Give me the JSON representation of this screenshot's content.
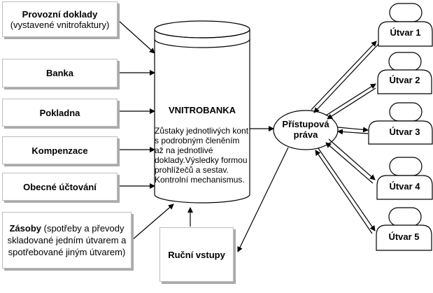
{
  "sources": {
    "provozni_title": "Provozní doklady",
    "provozni_sub": "(vystavené vnitrofaktury)",
    "banka": "Banka",
    "pokladna": "Pokladna",
    "kompenzace": "Kompenzace",
    "obecne": "Obecné účtování",
    "zasoby_title": "Zásoby",
    "zasoby_l1": " (spotřeby a převody",
    "zasoby_l2": "skladované jedním útvarem a",
    "zasoby_l3": "spotřebované jiným útvarem)",
    "rucni": "Ruční vstupy"
  },
  "bank": {
    "title": "VNITROBANKA",
    "desc": [
      "Zůstaky jednotlivých kont",
      "s podrobným členěním",
      "až na jednotlivé",
      "doklady.Výsledky formou",
      "prohlížečů a sestav.",
      "Kontrolní mechanismus."
    ]
  },
  "access": {
    "l1": "Přístupová",
    "l2": "práva"
  },
  "units": [
    "Útvar 1",
    "Útvar 2",
    "Útvar 3",
    "Útvar 4",
    "Útvar 5"
  ]
}
